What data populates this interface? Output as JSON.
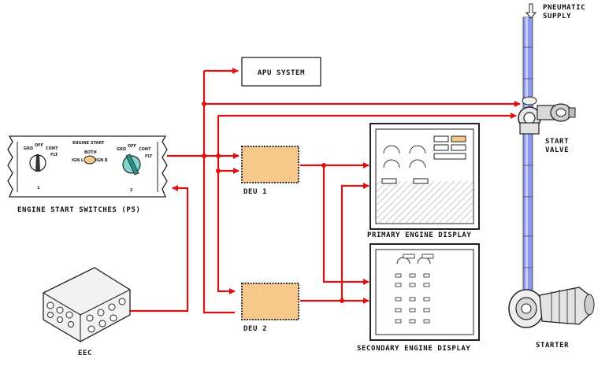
{
  "labels": {
    "pneumatic_supply_line1": "PNEUMATIC",
    "pneumatic_supply_line2": "SUPPLY",
    "apu_system": "APU SYSTEM",
    "start_valve_line1": "START",
    "start_valve_line2": "VALVE",
    "deu1": "DEU 1",
    "deu2": "DEU 2",
    "primary_engine_display": "PRIMARY ENGINE DISPLAY",
    "secondary_engine_display": "SECONDARY ENGINE DISPLAY",
    "engine_start_switches": "ENGINE START SWITCHES (P5)",
    "eec": "EEC",
    "starter": "STARTER"
  },
  "panel": {
    "title": "ENGINE START",
    "switch1_positions": [
      "GRD",
      "OFF",
      "CONT",
      "FLT"
    ],
    "switch2_positions": [
      "GRD",
      "OFF",
      "CONT",
      "FLT"
    ],
    "ign_positions": [
      "IGN L",
      "BOTH",
      "IGN R"
    ],
    "switch1_number": "1",
    "switch2_number": "2"
  },
  "colors": {
    "wire": "#e01010",
    "deu_fill": "#f6c88a",
    "duct": "#7f8cf0"
  }
}
